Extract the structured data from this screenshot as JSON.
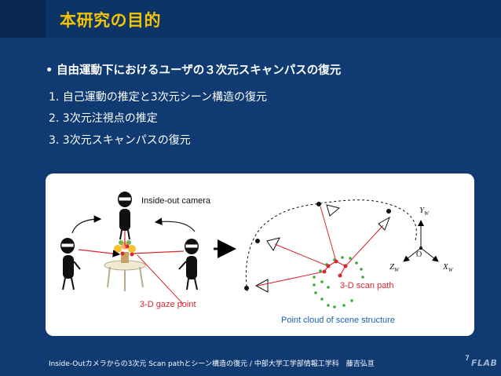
{
  "header": {
    "title": "本研究の目的"
  },
  "bullet": {
    "text": "自由運動下におけるユーザの３次元スキャンパスの復元"
  },
  "items": [
    "1. 自己運動の推定と3次元シーン構造の復元",
    "2. 3次元注視点の推定",
    "3. 3次元スキャンパスの復元"
  ],
  "diagram": {
    "inside_out_label": "Inside-out camera",
    "gaze_label": "3-D gaze point",
    "scan_path_label": "3-D scan path",
    "point_cloud_label": "Point cloud of scene structure",
    "axis_y": "Y",
    "axis_z": "Z",
    "axis_x": "X",
    "axis_sub": "W",
    "origin": "O",
    "colors": {
      "red": "#d8262e",
      "green": "#3aaa35",
      "label_blue": "#1a5fb4"
    }
  },
  "footer": {
    "text": "Inside-Outカメラからの3次元 Scan pathとシーン構造の復元 / 中部大学工学部情報工学科　藤吉弘亘",
    "page": "7",
    "logo": "FLAB"
  }
}
